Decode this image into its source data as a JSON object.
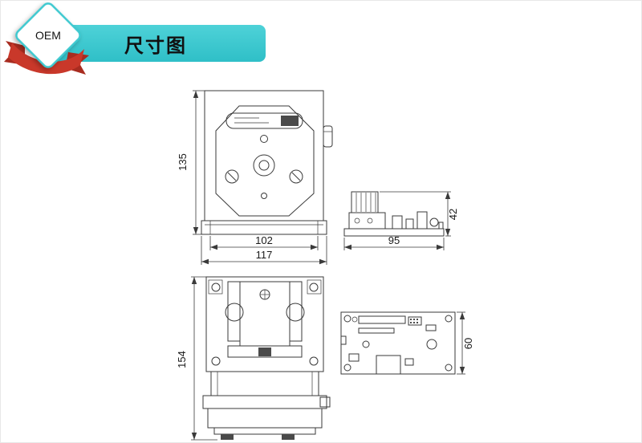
{
  "badge": {
    "label": "OEM"
  },
  "header": {
    "title": "尺寸图"
  },
  "colors": {
    "accent": "#3ec9d0",
    "ribbon": "#c9382a",
    "line": "#3a3a3a"
  },
  "dimensions": {
    "front": {
      "height": "135",
      "width_inner": "102",
      "width_outer": "117"
    },
    "side": {
      "width": "95",
      "height": "42"
    },
    "back": {
      "height": "154"
    },
    "board": {
      "height": "60"
    }
  }
}
